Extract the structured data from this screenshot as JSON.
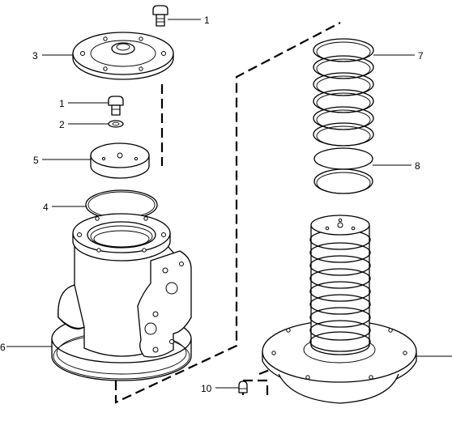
{
  "callouts": {
    "c1a": "1",
    "c3": "3",
    "c1b": "1",
    "c2": "2",
    "c5": "5",
    "c4": "4",
    "c6": "6",
    "c7": "7",
    "c8": "8",
    "c10": "10"
  },
  "colors": {
    "line": "#000000",
    "background": "#ffffff"
  }
}
